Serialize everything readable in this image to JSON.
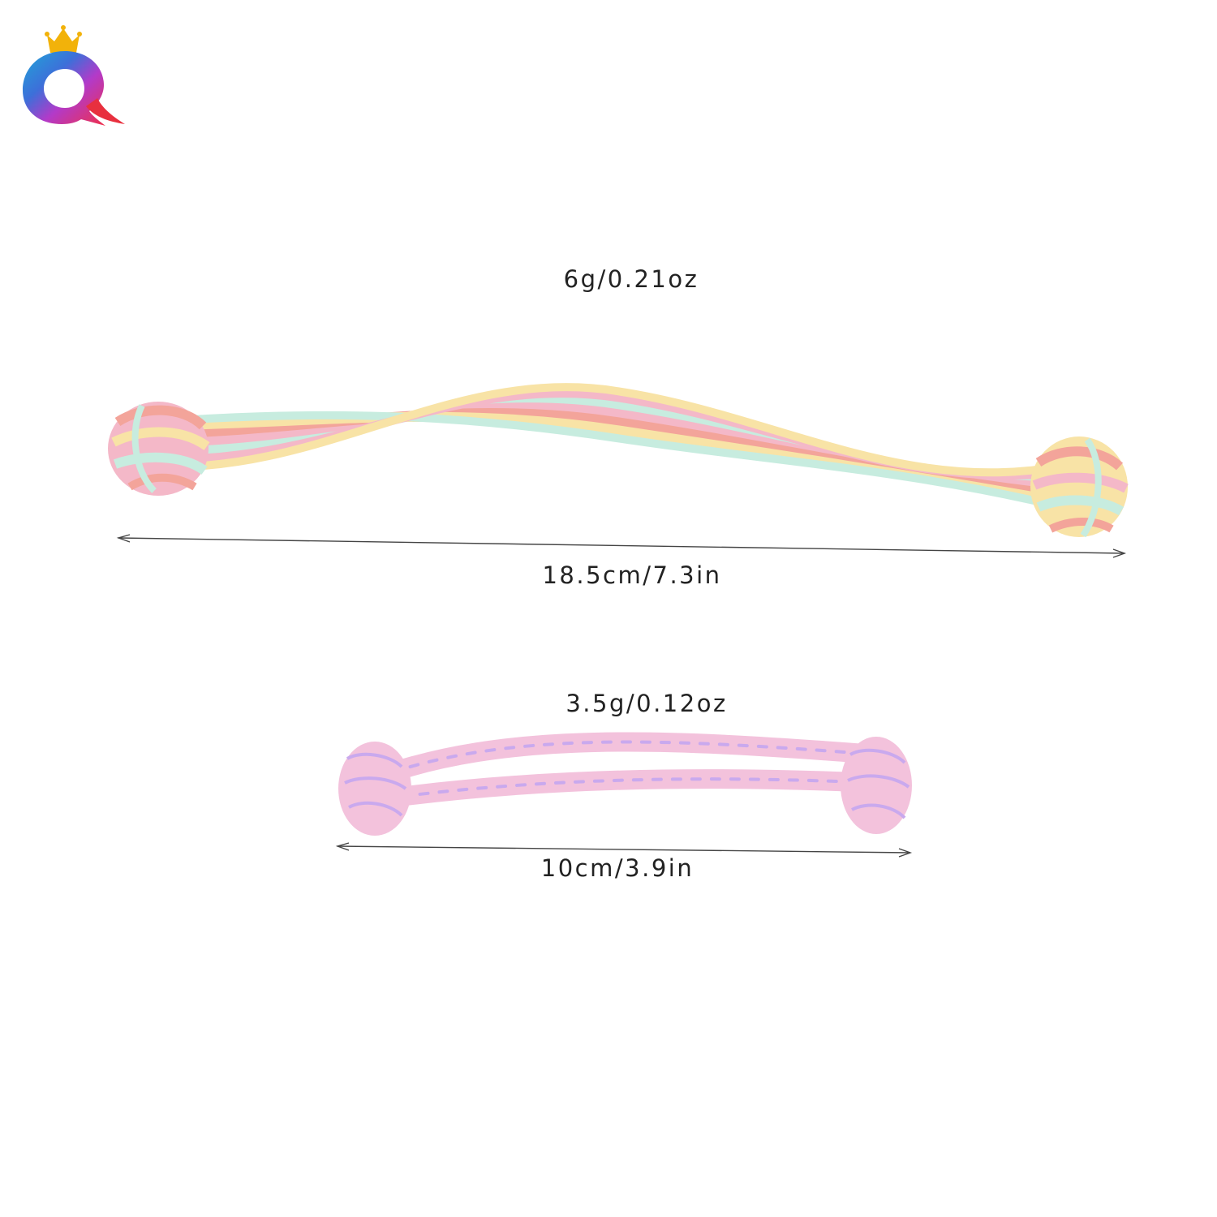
{
  "products": [
    {
      "weight_label": "6g/0.21oz",
      "length_label": "18.5cm/7.3in"
    },
    {
      "weight_label": "3.5g/0.12oz",
      "length_label": "10cm/3.9in"
    }
  ],
  "colors": {
    "pink": "#f4b8c8",
    "coral": "#f3a49a",
    "yellow": "#f8e3a6",
    "mint": "#c7ecdf",
    "lavender_pink": "#f3c2dc",
    "lavender": "#c9a9ee"
  },
  "icons": {
    "brand_logo": "q-crown-logo-icon"
  }
}
